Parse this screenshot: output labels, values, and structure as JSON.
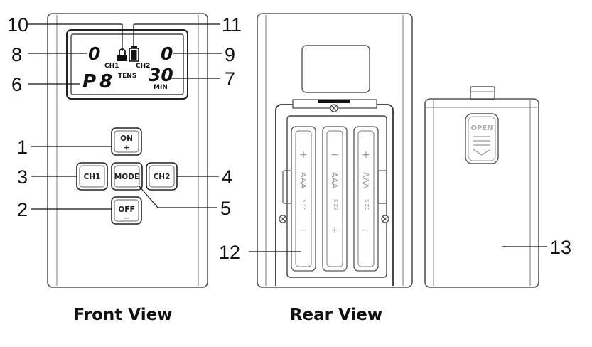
{
  "callouts": {
    "c1": "1",
    "c2": "2",
    "c3": "3",
    "c4": "4",
    "c5": "5",
    "c6": "6",
    "c7": "7",
    "c8": "8",
    "c9": "9",
    "c10": "10",
    "c11": "11",
    "c12": "12",
    "c13": "13"
  },
  "captions": {
    "front": "Front View",
    "rear": "Rear View"
  },
  "lcd": {
    "ch1_value": "0",
    "ch2_value": "0",
    "ch1_label": "CH1",
    "ch2_label": "CH2",
    "program": "P",
    "program_value": "8",
    "mode_label": "TENS",
    "timer_value": "30",
    "timer_unit": "MIN"
  },
  "buttons": {
    "on_line1": "ON",
    "on_line2": "+",
    "off_line1": "OFF",
    "off_line2": "−",
    "ch1": "CH1",
    "mode": "MODE",
    "ch2": "CH2"
  },
  "battery": {
    "type": "AAA",
    "size": "SIZE",
    "plus": "+",
    "minus": "−"
  },
  "cover": {
    "open_label": "OPEN"
  }
}
